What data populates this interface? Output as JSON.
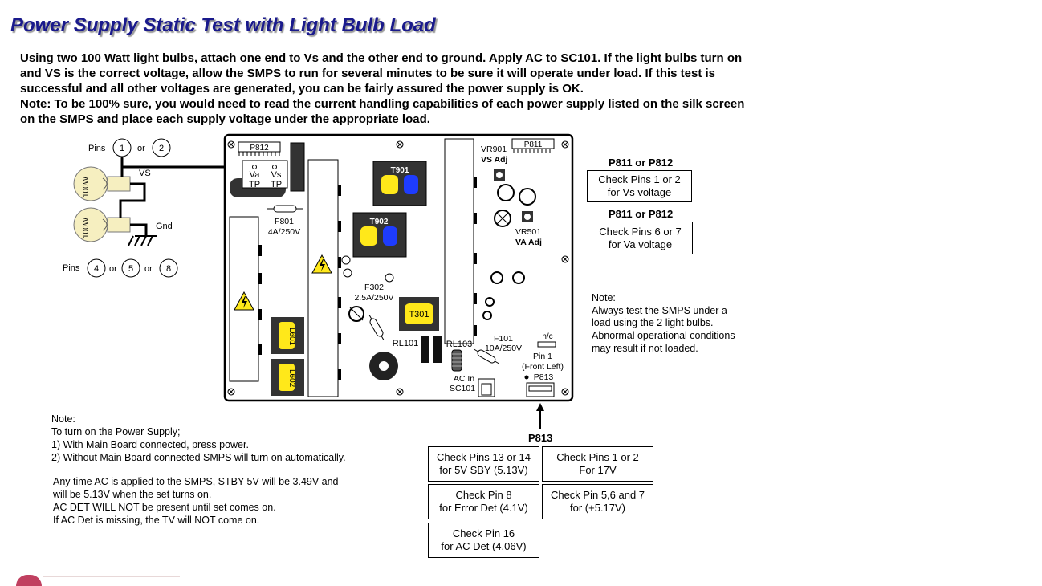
{
  "title": "Power Supply Static Test with Light Bulb Load",
  "intro": {
    "line1": "Using two 100 Watt light bulbs, attach one end to Vs and the other end to ground. Apply AC to SC101. If the light bulbs turn on and VS is the correct voltage, allow the SMPS to run for several minutes to be sure it will operate under load. If this test is successful and all other voltages are generated, you can be fairly assured the power supply is OK.",
    "line2": "Note: To be 100% sure, you would need to read the current handling capabilities of each power supply listed on the silk screen on the SMPS and place each supply voltage under the appropriate load."
  },
  "bulbs": {
    "top_pins_label": "Pins",
    "pin_1": "1",
    "pin_2": "2",
    "or": "or",
    "bulb_text": "100W",
    "vs": "VS",
    "gnd": "Gnd",
    "bottom_pins_label": "Pins",
    "pin_4": "4",
    "pin_5": "5",
    "pin_8": "8"
  },
  "board": {
    "p812": "P812",
    "p811": "P811",
    "va": "Va",
    "vs": "Vs",
    "tp1": "TP",
    "tp2": "TP",
    "f801": "F801",
    "f801_rating": "4A/250V",
    "t901": "T901",
    "t902": "T902",
    "vr901": "VR901",
    "vs_adj": "VS Adj",
    "vr501": "VR501",
    "va_adj": "VA Adj",
    "f302": "F302",
    "f302_rating": "2.5A/250V",
    "t301": "T301",
    "l601": "L601",
    "l602": "L602",
    "rl101": "RL101",
    "rl103": "RL103",
    "f101": "F101",
    "f101_rating": "10A/250V",
    "nc": "n/c",
    "pin1": "Pin 1",
    "front_left": "(Front Left)",
    "p813": "P813",
    "ac_in": "AC In",
    "sc101": "SC101"
  },
  "right_checks": {
    "head1": "P811 or P812",
    "box1_l1": "Check Pins 1 or 2",
    "box1_l2": "for Vs voltage",
    "head2": "P811 or P812",
    "box2_l1": "Check Pins 6 or 7",
    "box2_l2": "for Va voltage"
  },
  "side_note": {
    "l1": "Note:",
    "l2": "Always test the SMPS under a load using the 2 light bulbs. Abnormal operational conditions may result if not loaded."
  },
  "bottom_note": {
    "l1": "Note:",
    "l2": "To turn on the Power Supply;",
    "l3": "1) With Main Board connected, press power.",
    "l4": "2) Without Main Board connected SMPS will turn on automatically.",
    "l5": "Any time AC is applied to the SMPS, STBY 5V will be 3.49V and",
    "l6": "will be 5.13V when the set turns on.",
    "l7": "AC DET WILL NOT be present until set comes on.",
    "l8": "If AC Det is missing, the TV will NOT come on."
  },
  "p813_checks": {
    "head": "P813",
    "b1_l1": "Check Pins 13 or 14",
    "b1_l2": "for 5V SBY (5.13V)",
    "b2_l1": "Check Pins 1 or 2",
    "b2_l2": "For 17V",
    "b3_l1": "Check Pin 8",
    "b3_l2": "for Error Det (4.1V)",
    "b4_l1": "Check Pin 5,6 and 7",
    "b4_l2": "for (+5.17V)",
    "b5_l1": "Check Pin 16",
    "b5_l2": "for AC Det (4.06V)"
  },
  "colors": {
    "title": "#1a1a8c",
    "bulb": "#f6efc0",
    "transformer_yellow": "#ffe81a",
    "transformer_blue": "#1e3cff"
  }
}
